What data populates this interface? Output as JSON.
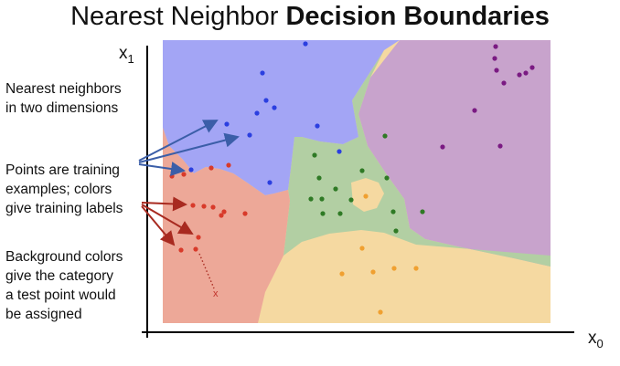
{
  "title": {
    "normal": "Nearest Neighbor",
    "bold": "Decision Boundaries"
  },
  "axes": {
    "x_label": "x",
    "x_sub": "0",
    "y_label": "x",
    "y_sub": "1"
  },
  "notes": {
    "nn": [
      "Nearest neighbors",
      "in two dimensions"
    ],
    "points": [
      "Points are training",
      "examples; colors",
      "give training labels"
    ],
    "background": [
      "Background colors",
      "give the category",
      "a test point would",
      "be assigned"
    ]
  },
  "test_point_marker": "x",
  "colors": {
    "blue_region": "#a3a5f5",
    "blue_point": "#2b3fe0",
    "purple_region": "#c8a3cc",
    "purple_point": "#7a1a82",
    "green_region": "#b2cfa3",
    "green_point": "#2f7a25",
    "orange_region": "#f5d9a1",
    "orange_point": "#f0a030",
    "red_region": "#eda898",
    "red_point": "#d83a2a",
    "blue_arrow": "#3b5ea8",
    "red_arrow": "#a82a20"
  }
}
